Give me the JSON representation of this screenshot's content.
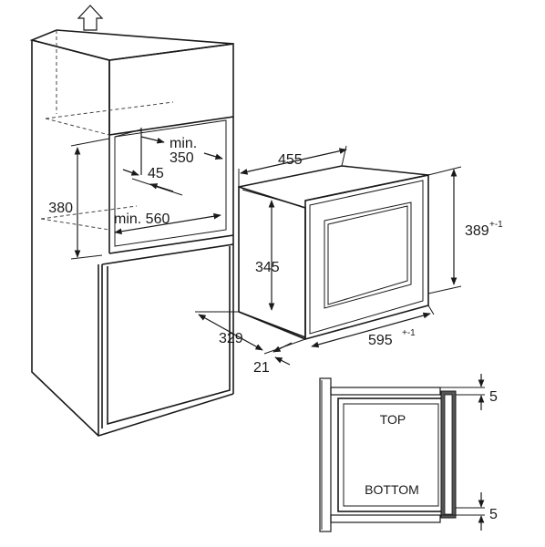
{
  "dimensions": {
    "niche_height": "380",
    "min_depth_top": "min.",
    "min_depth_value": "350",
    "side_gap": "45",
    "min_width": "min. 560",
    "appliance_depth": "455",
    "appliance_height": "345",
    "front_height": "389",
    "front_height_tol": "+-1",
    "appliance_depth_bottom": "329",
    "front_thickness": "21",
    "front_width": "595",
    "front_width_tol": "+-1",
    "gap_top": "5",
    "gap_bottom": "5"
  },
  "labels": {
    "top": "TOP",
    "bottom": "BOTTOM"
  },
  "colors": {
    "line": "#1a1a1a",
    "frame_fill": "#555555"
  },
  "icons": {
    "up_arrow": "hollow-up-arrow-icon"
  }
}
